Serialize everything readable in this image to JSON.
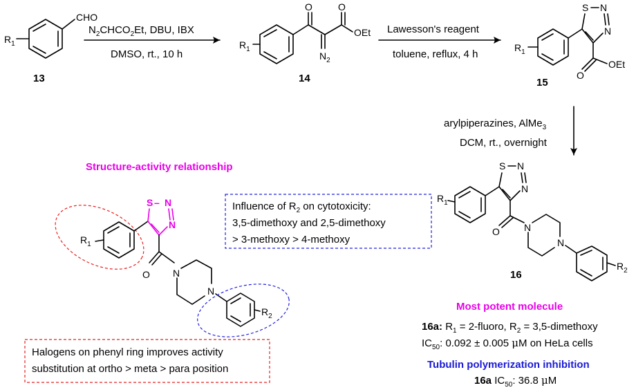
{
  "compounds": {
    "c13": "13",
    "c14": "14",
    "c15": "15",
    "c16": "16"
  },
  "atoms": {
    "r1": "R",
    "r1_sub": "1",
    "r2": "R",
    "r2_sub": "2",
    "cho": "CHO",
    "o": "O",
    "oet": "OEt",
    "n2": "N",
    "n2_sub": "2",
    "n": "N",
    "s": "S",
    "dash": "–"
  },
  "step1": {
    "top_parts": [
      "N",
      "2",
      "CHCO",
      "2",
      "Et, DBU, IBX"
    ],
    "bottom": "DMSO, rt., 10 h"
  },
  "step2": {
    "top": "Lawesson's reagent",
    "bottom": "toluene, reflux, 4 h"
  },
  "step3": {
    "top_parts": [
      "arylpiperazines, AlMe",
      "3"
    ],
    "bottom": "DCM, rt., overnight"
  },
  "sar": {
    "title": "Structure-activity relationship",
    "r2_box": {
      "line1_parts": [
        "Influence of R",
        "2",
        " on cytotoxicity:"
      ],
      "line2": "3,5-dimethoxy and 2,5-dimethoxy",
      "line3": "> 3-methoxy > 4-methoxy"
    },
    "halogen_box": {
      "line1": "Halogens on phenyl ring improves  activity",
      "line2": "substitution at ortho > meta > para position"
    }
  },
  "potent": {
    "title": "Most potent molecule",
    "line1_parts": [
      "16a:",
      " R",
      "1",
      " = 2-fluoro, R",
      "2",
      " = 3,5-dimethoxy"
    ],
    "line2_parts": [
      "IC",
      "50",
      ": 0.092 ± 0.005 ",
      "μ",
      "M on HeLa cells"
    ]
  },
  "tubulin": {
    "title": "Tubulin polymerization inhibition",
    "line_parts": [
      "16a",
      " IC",
      "50",
      ": 36.8 ",
      "μ",
      "M"
    ]
  },
  "colors": {
    "magenta": "#e800e8",
    "blue": "#1a1ad6",
    "red_dash": "#e82020",
    "blue_dash": "#2020e0"
  }
}
